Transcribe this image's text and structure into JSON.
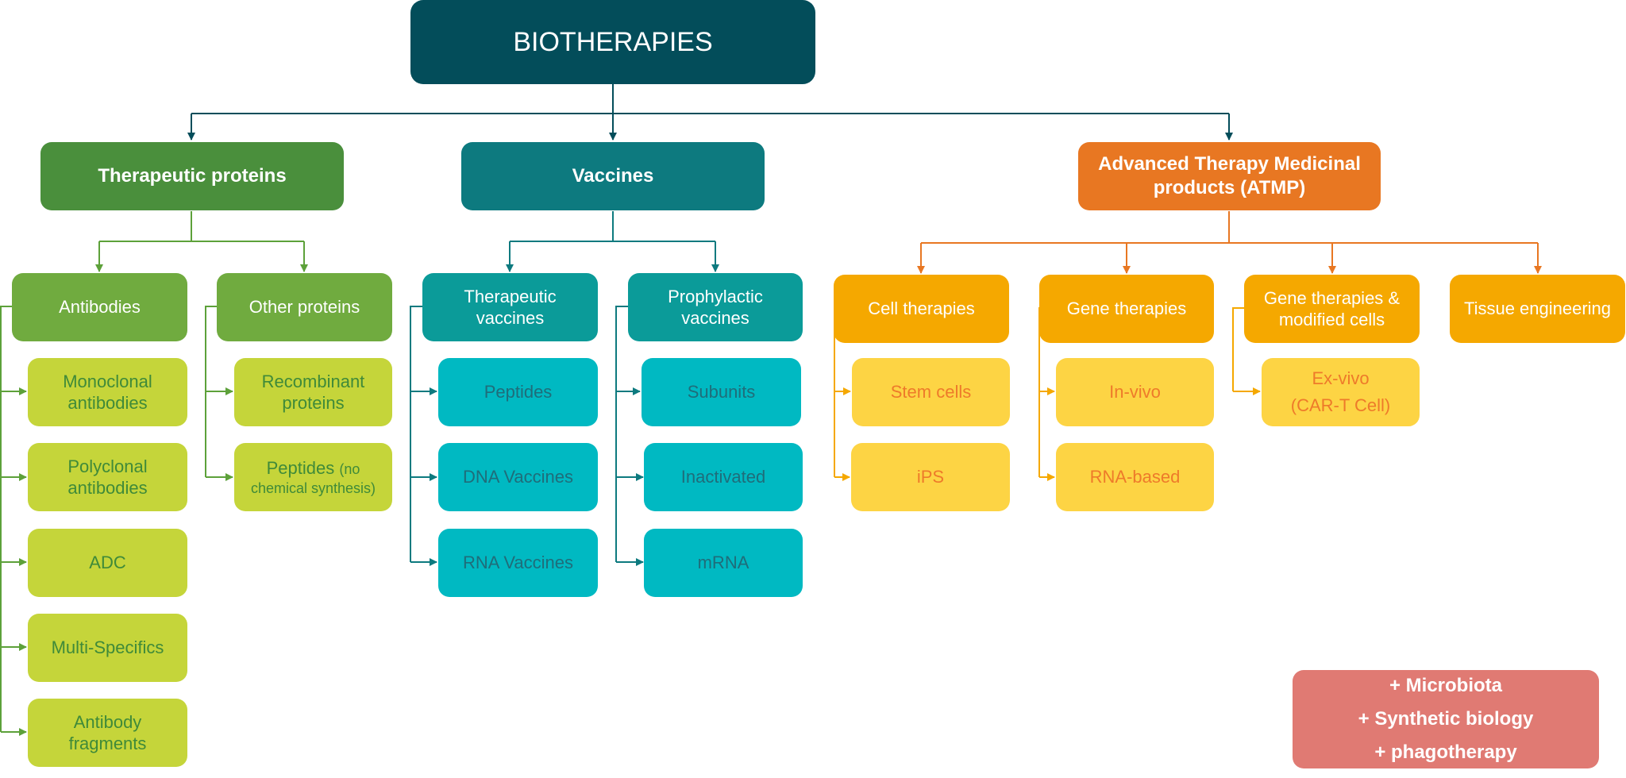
{
  "colors": {
    "root": "#034d5a",
    "green_main": "#4a8f3c",
    "green_sub": "#70ab3f",
    "green_leaf": "#c5d53a",
    "teal_main": "#0d7a7f",
    "teal_sub": "#0b9b99",
    "teal_leaf": "#00b9c2",
    "orange_main": "#e87722",
    "gold_sub": "#f5a800",
    "yellow_leaf": "#fdd444",
    "note": "#e07a73"
  },
  "root": {
    "label": "BIOTHERAPIES"
  },
  "categories": {
    "proteins": {
      "label": "Therapeutic proteins"
    },
    "vaccines": {
      "label": "Vaccines"
    },
    "atmp": {
      "line1": "Advanced Therapy Medicinal",
      "line2": "products (ATMP)"
    }
  },
  "proteins": {
    "antibodies": {
      "label": "Antibodies",
      "items": [
        {
          "line1": "Monoclonal",
          "line2": "antibodies"
        },
        {
          "line1": "Polyclonal",
          "line2": "antibodies"
        },
        {
          "line1": "ADC"
        },
        {
          "line1": "Multi-Specifics"
        },
        {
          "line1": "Antibody",
          "line2": "fragments"
        }
      ]
    },
    "other": {
      "label": "Other proteins",
      "items": [
        {
          "line1": "Recombinant",
          "line2": "proteins"
        },
        {
          "line1": "Peptides",
          "small1": "(no",
          "small2": "chemical synthesis)"
        }
      ]
    }
  },
  "vaccines": {
    "therapeutic": {
      "line1": "Therapeutic",
      "line2": "vaccines",
      "items": [
        "Peptides",
        "DNA Vaccines",
        "RNA Vaccines"
      ]
    },
    "prophylactic": {
      "line1": "Prophylactic",
      "line2": "vaccines",
      "items": [
        "Subunits",
        "Inactivated",
        "mRNA"
      ]
    }
  },
  "atmp": {
    "cell": {
      "label": "Cell therapies",
      "items": [
        "Stem cells",
        "iPS"
      ]
    },
    "gene": {
      "label": "Gene therapies",
      "items": [
        "In-vivo",
        "RNA-based"
      ]
    },
    "modified": {
      "line1": "Gene therapies &",
      "line2": "modified cells",
      "item_line1": "Ex-vivo",
      "item_line2": "(CAR-T Cell)"
    },
    "tissue": {
      "label": "Tissue engineering"
    }
  },
  "note": {
    "lines": [
      "+ Microbiota",
      "+ Synthetic biology",
      "+ phagotherapy"
    ]
  }
}
